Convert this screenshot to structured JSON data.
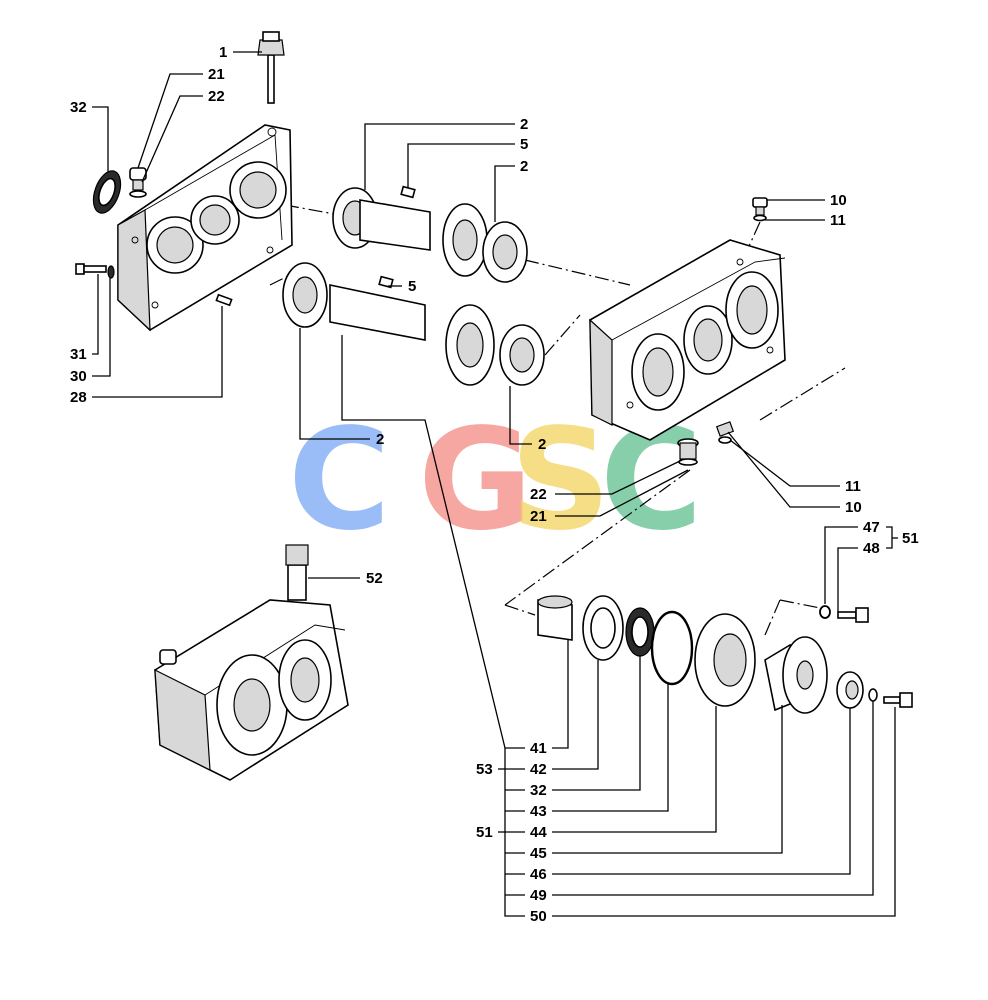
{
  "watermark": {
    "letters": [
      {
        "char": "C",
        "color": "#7aa7f5"
      },
      {
        "char": "G",
        "color": "#f38a84"
      },
      {
        "char": "S",
        "color": "#f4d35e"
      },
      {
        "char": "C",
        "color": "#5fbf8f"
      }
    ]
  },
  "callouts": {
    "c1": "1",
    "c21a": "21",
    "c22a": "22",
    "c32a": "32",
    "c31": "31",
    "c30": "30",
    "c28": "28",
    "c2a": "2",
    "c5a": "5",
    "c2b": "2",
    "c5b": "5",
    "c2c": "2",
    "c2d": "2",
    "c10a": "10",
    "c11a": "11",
    "c22b": "22",
    "c21b": "21",
    "c11b": "11",
    "c10b": "10",
    "c47": "47",
    "c48": "48",
    "c51a": "51",
    "c52": "52",
    "c41": "41",
    "c42": "42",
    "c53": "53",
    "c32b": "32",
    "c43": "43",
    "c44": "44",
    "c51b": "51",
    "c45": "45",
    "c46": "46",
    "c49": "49",
    "c50": "50"
  }
}
